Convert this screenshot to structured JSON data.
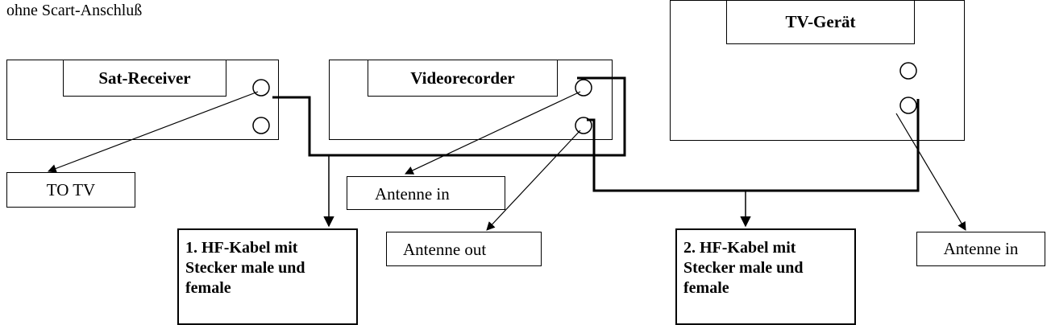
{
  "header": {
    "caption": "ohne Scart-Anschluß"
  },
  "devices": {
    "sat_receiver": "Sat-Receiver",
    "videorecorder": "Videorecorder",
    "tv": "TV-Gerät"
  },
  "labels": {
    "to_tv": "TO TV",
    "antenne_in_vcr": "Antenne in",
    "antenne_out": "Antenne out",
    "antenne_in_tv": "Antenne in"
  },
  "cables": {
    "hf1": "1. HF-Kabel mit Stecker male und female",
    "hf2": "2. HF-Kabel mit Stecker male und female"
  }
}
